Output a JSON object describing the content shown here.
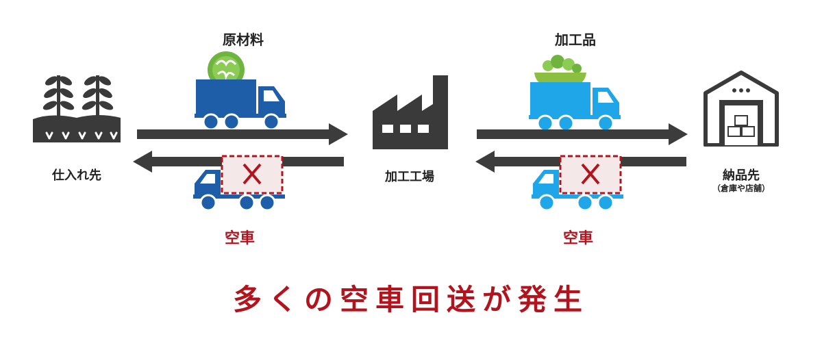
{
  "labels": {
    "supplier": "仕入れ先",
    "raw_material": "原材料",
    "factory": "加工工場",
    "processed_goods": "加工品",
    "destination": "納品先",
    "destination_sub": "（倉庫や店舗）",
    "empty_left": "空車",
    "empty_right": "空車",
    "headline": "多くの空車回送が発生"
  },
  "colors": {
    "dark_truck": "#1e5ea8",
    "light_truck": "#1fa6e8",
    "arrow": "#3c3c3c",
    "warning": "#b3131c",
    "produce": "#6fb43f"
  },
  "icons": {
    "supplier": "sprout-field-icon",
    "factory": "factory-icon",
    "destination": "warehouse-icon",
    "truck_full": "loaded-truck-icon",
    "truck_empty": "empty-truck-icon"
  }
}
